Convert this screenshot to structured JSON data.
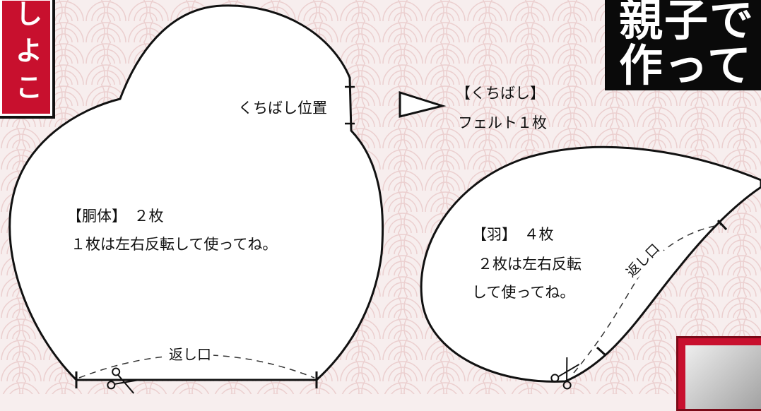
{
  "corner_tag": {
    "text": "しよこ"
  },
  "title": {
    "line1": "親子で",
    "line2": "作って"
  },
  "beak": {
    "position_label": "くちばし位置",
    "name": "【くちばし】",
    "count": "フェルト１枚"
  },
  "body": {
    "name": "【胴体】　２枚",
    "note": "１枚は左右反転して使ってね。",
    "opening": "返し口"
  },
  "wing": {
    "name": "【羽】　４枚",
    "note_line1": "２枚は左右反転",
    "note_line2": "して使ってね。",
    "opening": "返し口"
  },
  "colors": {
    "tag_red": "#c8102e",
    "title_black": "#0a0a0a",
    "background": "#f7eeee",
    "wave_pattern": "#efd6d6"
  },
  "icons": [
    "scissors-icon",
    "scissors-icon"
  ]
}
